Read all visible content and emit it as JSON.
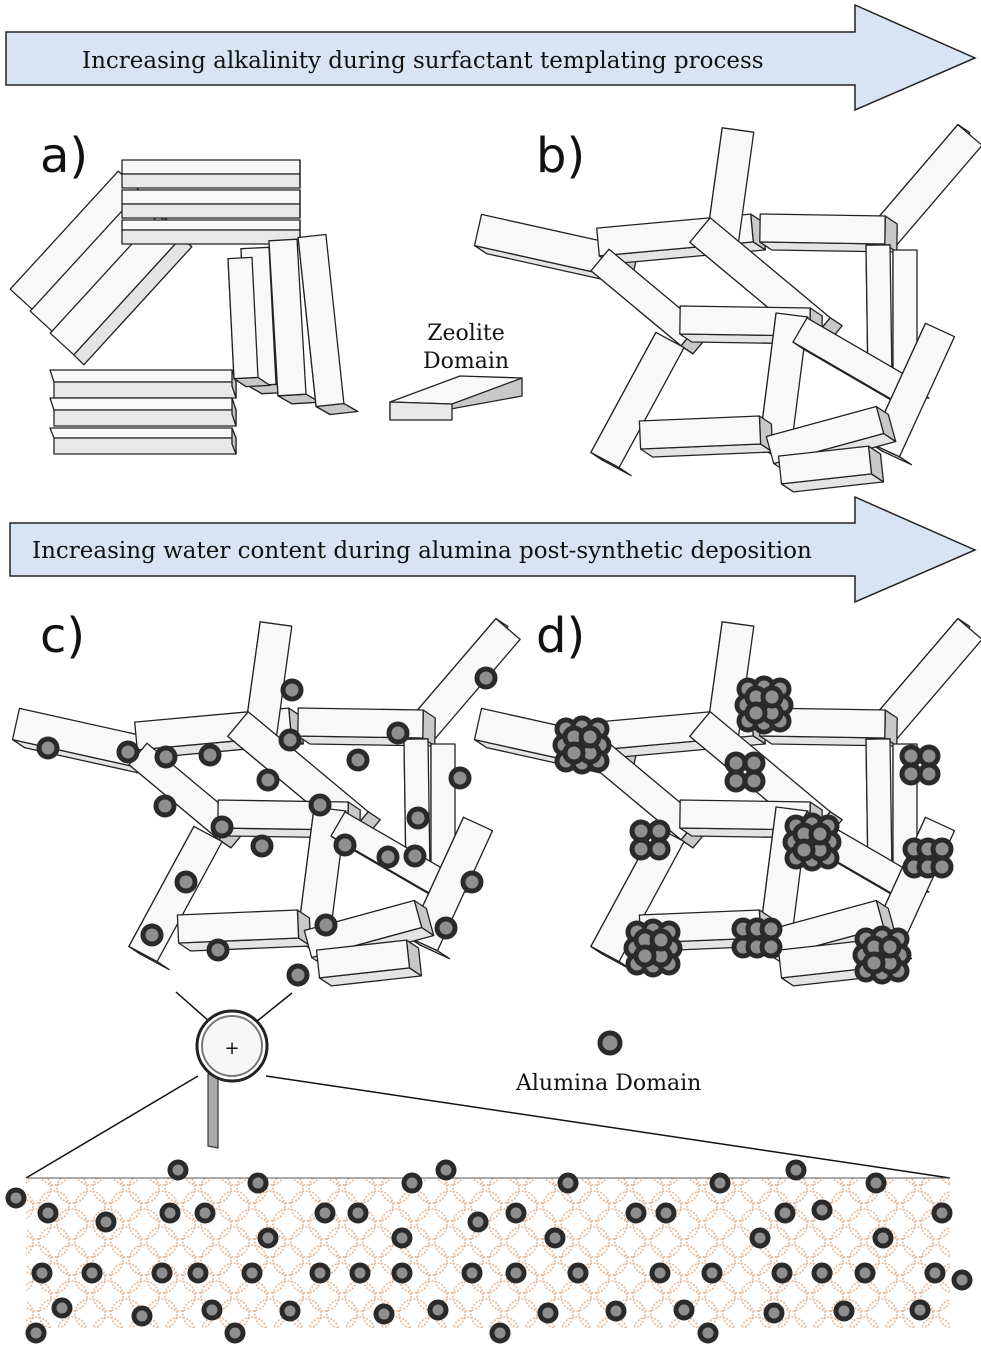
{
  "arrows": {
    "top": "Increasing alkalinity during surfactant templating process",
    "middle": "Increasing water content during alumina post-synthetic deposition"
  },
  "panels": {
    "a": "a)",
    "b": "b)",
    "c": "c)",
    "d": "d)"
  },
  "legend": {
    "zeolite_line1": "Zeolite",
    "zeolite_line2": "Domain",
    "alumina": "Alumina Domain"
  },
  "colors": {
    "arrow_fill": "#d8e4f3",
    "block_face": "#f8f8f8",
    "block_side": "#c8c8c8",
    "particle_fill": "#8f8f8f",
    "particle_stroke": "#2a2a2a",
    "mesh": "#e6b999"
  },
  "icons": {
    "magnifier": "magnifier-icon"
  }
}
